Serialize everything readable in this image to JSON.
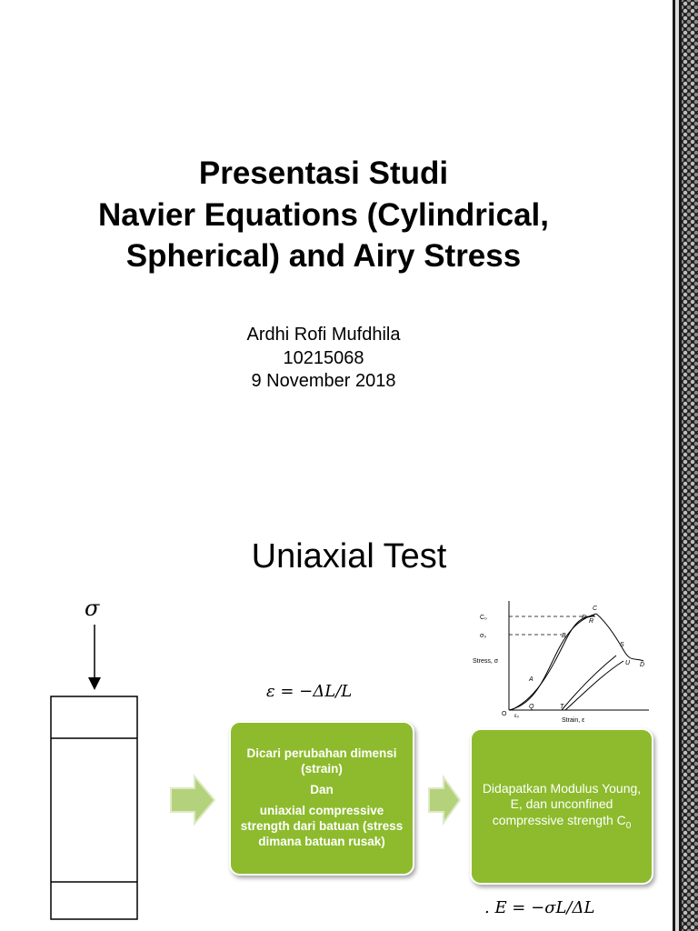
{
  "slide1": {
    "title_lines": [
      "Presentasi Studi",
      "Navier Equations (Cylindrical,",
      "Spherical) and Airy Stress"
    ],
    "author": "Ardhi Rofi Mufdhila",
    "student_id": "10215068",
    "date": "9 November 2018"
  },
  "slide2": {
    "title": "Uniaxial Test",
    "sigma": "σ",
    "strain_eq": "ε = −ΔL/L",
    "box1": {
      "line1": "Dicari perubahan dimensi (strain)",
      "line2": "Dan",
      "line3": "uniaxial compressive strength dari batuan (stress dimana batuan rusak)"
    },
    "box2": {
      "text": "Didapatkan Modulus Young, E, dan unconfined compressive strength C",
      "subscript": "0"
    },
    "modulus_eq": ". E = −σL/ΔL",
    "graph": {
      "y_axis_label": "Stress, σ",
      "x_axis_label": "Strain, ε",
      "y_ticks": [
        "C₀",
        "σ₀"
      ],
      "x_ticks": [
        "ε₀"
      ],
      "origin": "O",
      "points": [
        "A",
        "B",
        "C",
        "P",
        "R",
        "S",
        "U",
        "D",
        "Q",
        "T"
      ]
    },
    "colors": {
      "box_fill": "#8dbb2d",
      "arrow_fill": "#b4d27c"
    }
  }
}
